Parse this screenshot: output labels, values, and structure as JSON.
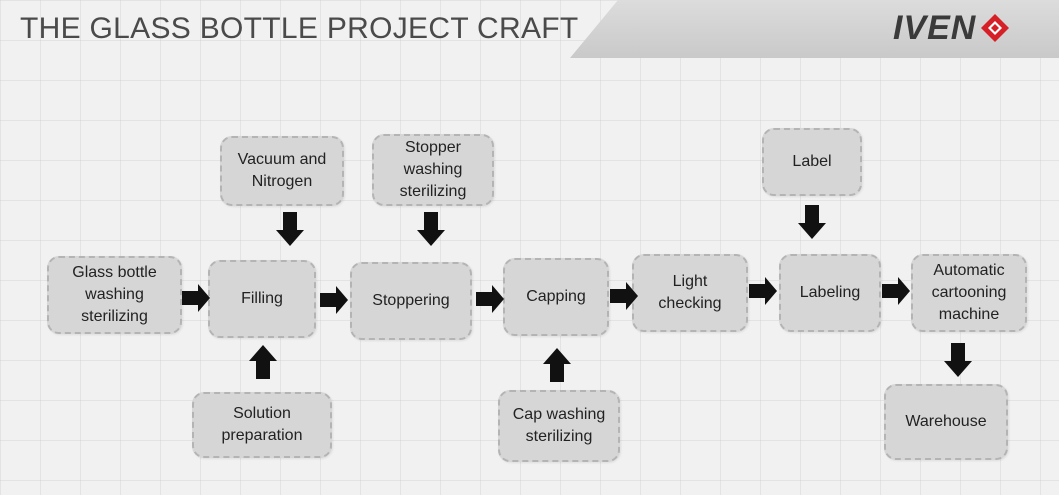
{
  "header": {
    "title": "THE GLASS BOTTLE PROJECT CRAFT",
    "logo_text": "IVEN",
    "logo_mark_icon": "red-diamond-icon",
    "accent_color": "#d62027"
  },
  "diagram": {
    "nodes": {
      "glass_bottle": "Glass bottle washing sterilizing",
      "filling": "Filling",
      "stoppering": "Stoppering",
      "capping": "Capping",
      "light_checking": "Light checking",
      "labeling": "Labeling",
      "cartooning": "Automatic cartooning machine",
      "vacuum": "Vacuum and Nitrogen",
      "stopper_washing": "Stopper washing sterilizing",
      "label": "Label",
      "solution": "Solution preparation",
      "cap_washing": "Cap washing sterilizing",
      "warehouse": "Warehouse"
    },
    "edges": [
      [
        "glass_bottle",
        "filling"
      ],
      [
        "filling",
        "stoppering"
      ],
      [
        "stoppering",
        "capping"
      ],
      [
        "capping",
        "light_checking"
      ],
      [
        "light_checking",
        "labeling"
      ],
      [
        "labeling",
        "cartooning"
      ],
      [
        "vacuum",
        "filling"
      ],
      [
        "stopper_washing",
        "stoppering"
      ],
      [
        "label",
        "labeling"
      ],
      [
        "solution",
        "filling"
      ],
      [
        "cap_washing",
        "capping"
      ],
      [
        "cartooning",
        "warehouse"
      ]
    ]
  }
}
